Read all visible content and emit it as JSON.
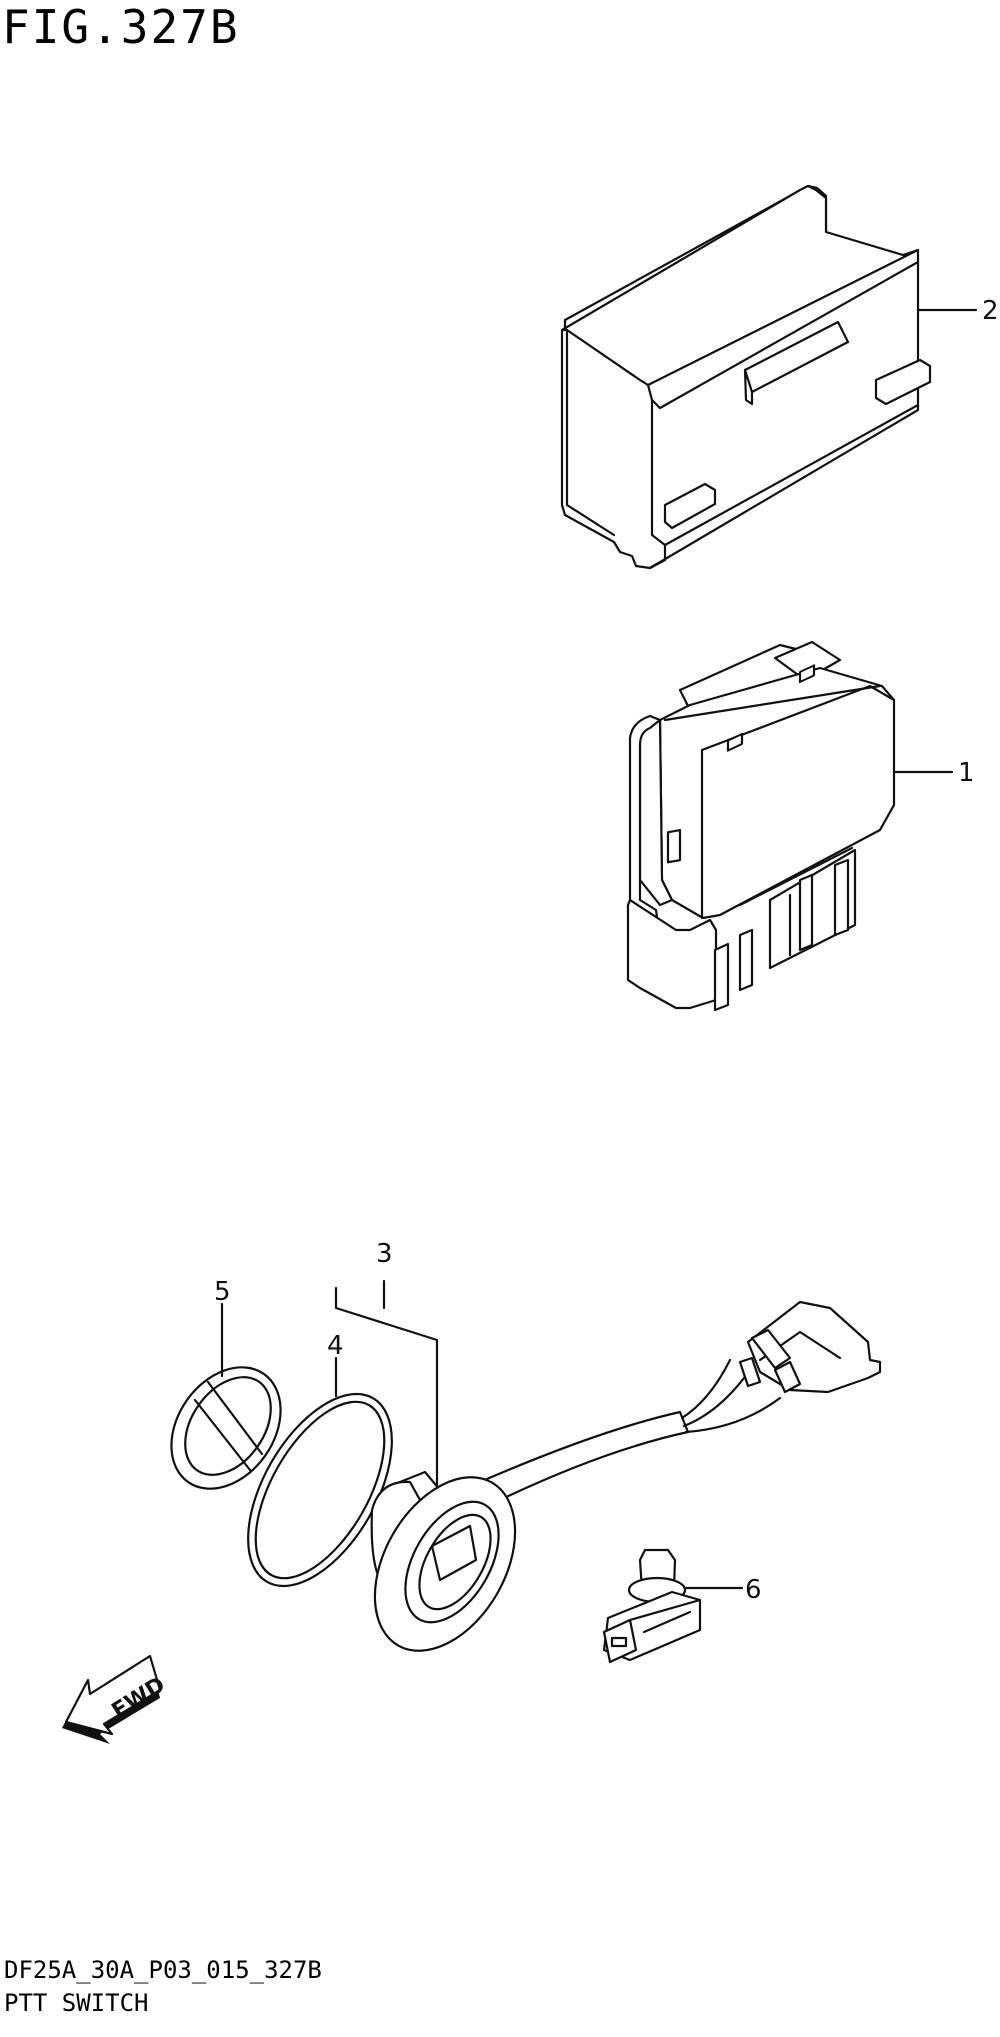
{
  "header": {
    "figure_title": "FIG.327B"
  },
  "footer": {
    "code": "DF25A_30A_P03_015_327B",
    "name": "PTT SWITCH"
  },
  "callouts": [
    "1",
    "2",
    "3",
    "4",
    "5",
    "6"
  ],
  "fwd_label": "FWD"
}
